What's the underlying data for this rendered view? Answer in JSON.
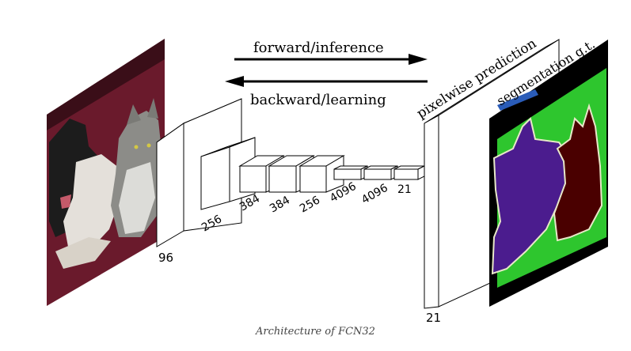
{
  "arrows": {
    "forward": "forward/inference",
    "backward": "backward/learning"
  },
  "labels": {
    "prediction": "pixelwise prediction",
    "ground_truth": "segmentation g.t.",
    "conv1_depth": "96",
    "conv2_depth": "256",
    "conv3_depth": "384",
    "conv4_depth": "384",
    "conv5_depth": "256",
    "fc6_depth": "4096",
    "fc7_depth": "4096",
    "fc8_depth": "21",
    "output_depth": "21"
  },
  "caption": "Architecture of FCN32",
  "colors": {
    "dog_class": "#4b1c8e",
    "cat_class": "#4a0000",
    "background_class": "#2ec62e",
    "void_class": "#000000",
    "border_class": "#e8e8c8",
    "photo_sofa": "#6a1a2c"
  }
}
